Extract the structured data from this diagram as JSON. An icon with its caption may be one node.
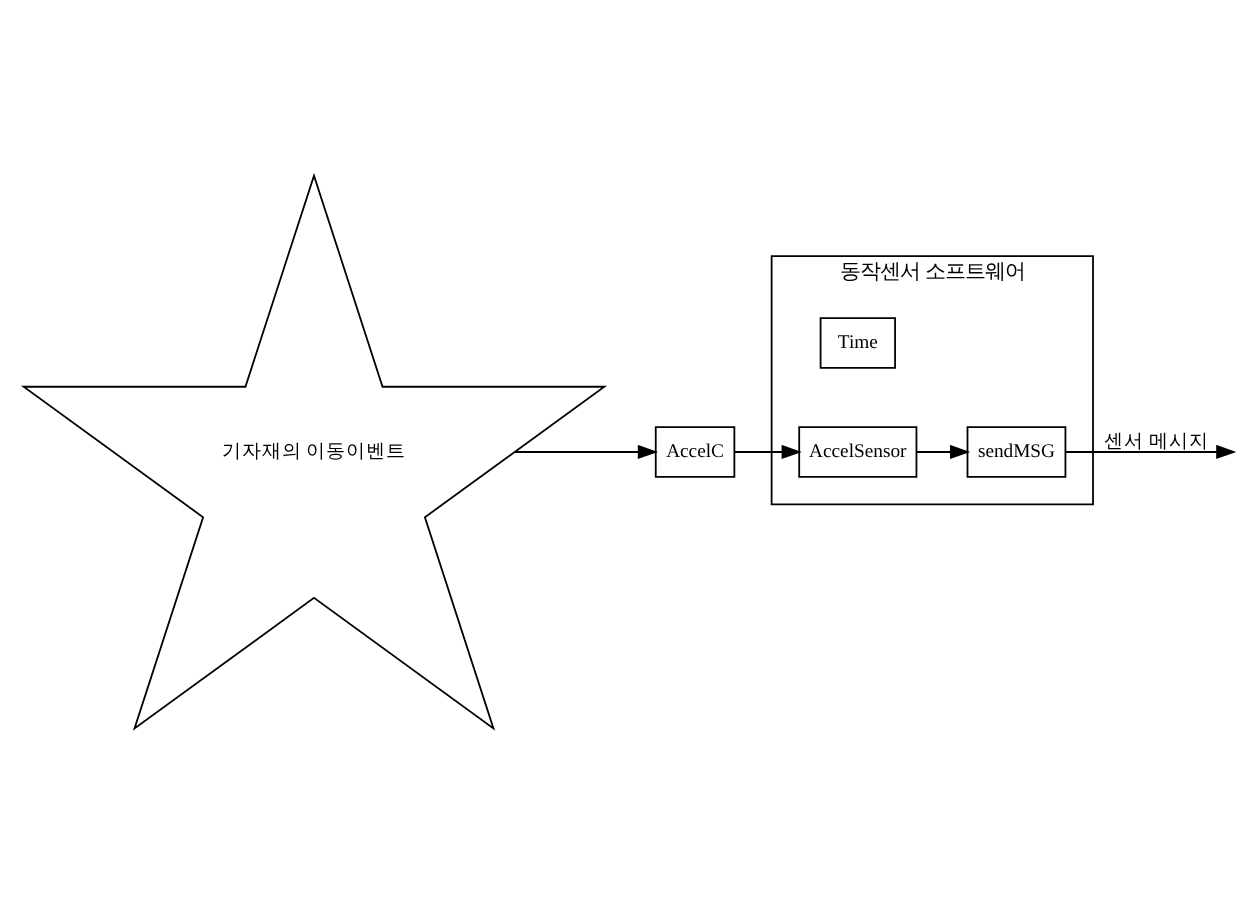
{
  "diagram": {
    "nodes": [
      {
        "text": [
          "동작센서 소프트웨어"
        ]
      },
      {
        "text": [
          "기자재의 이동이벤트"
        ]
      },
      {
        "text": [
          "Time"
        ],
        "in": 0
      },
      {
        "text": [
          "sendMSG"
        ],
        "in": 0
      },
      {
        "text": [
          "AccelC"
        ]
      },
      {
        "text": [
          "AccelSensor"
        ],
        "in": 0
      }
    ],
    "edges": [
      {
        "from": 1,
        "to": 4,
        "arrow": "to"
      },
      {
        "from": 4,
        "to": 5,
        "arrow": "to"
      },
      {
        "from": 5,
        "to": 3,
        "arrow": "to"
      },
      {
        "from": 3,
        "to": null,
        "arrow": "to",
        "label": "센서 메시지"
      }
    ]
  }
}
